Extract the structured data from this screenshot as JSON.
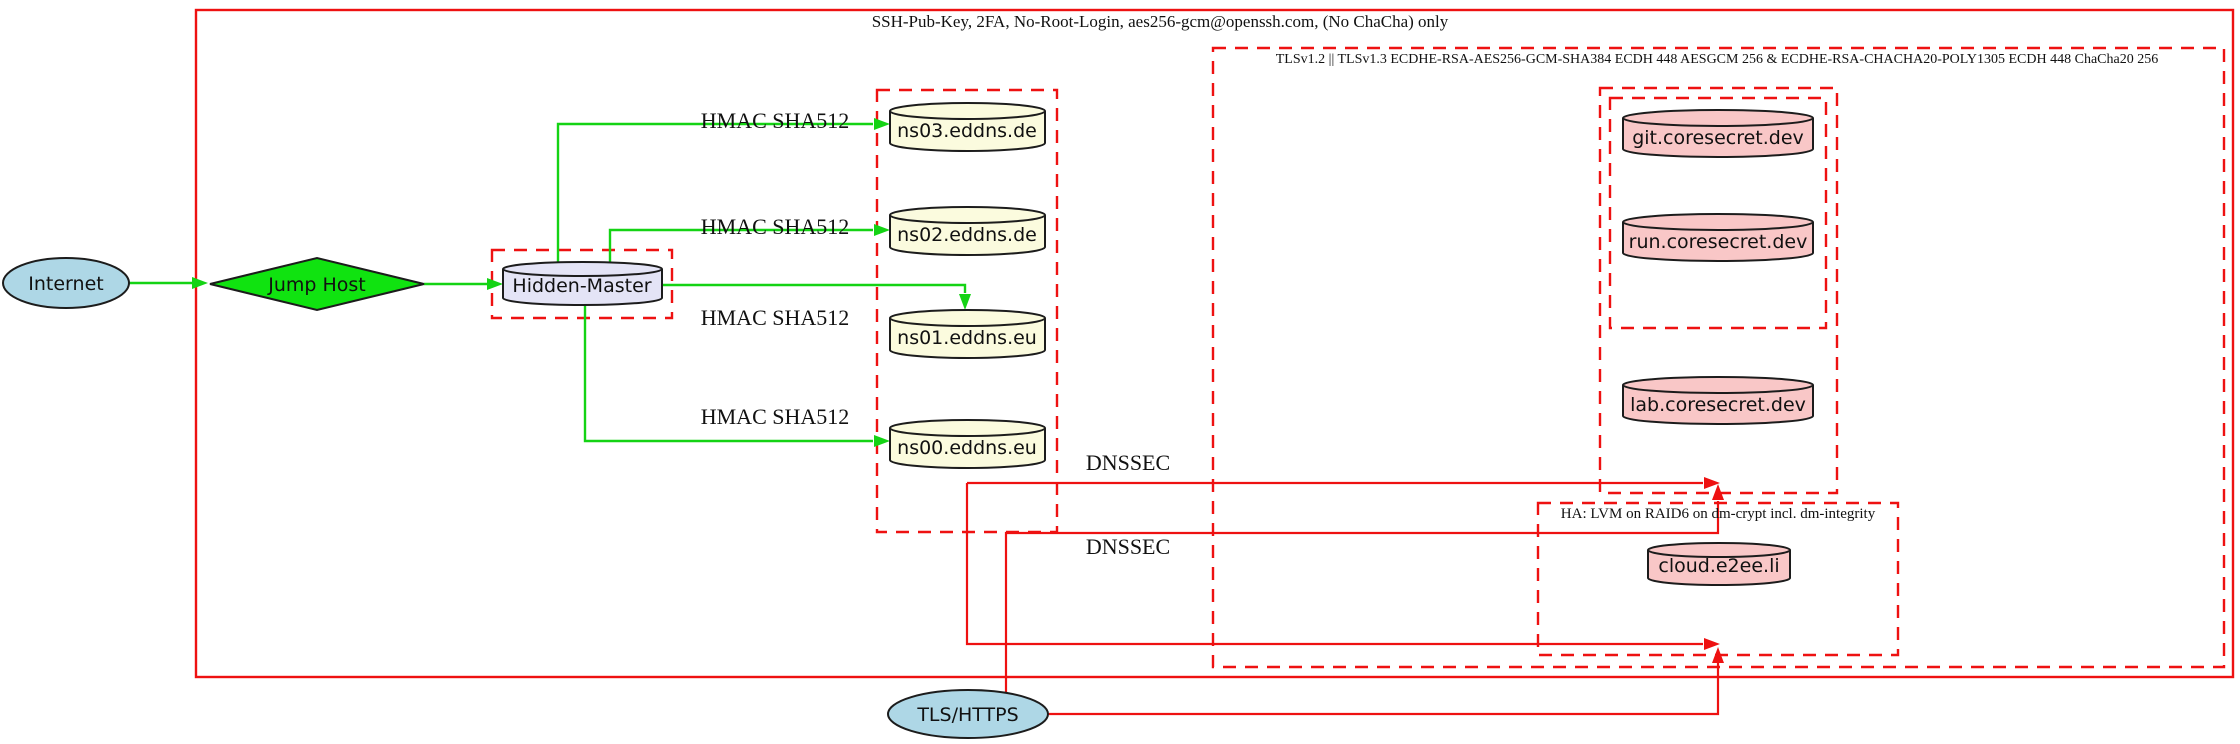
{
  "diagram": {
    "title": "DNS / hosting security topology diagram",
    "cluster_labels": {
      "ssh": "SSH-Pub-Key, 2FA, No-Root-Login, aes256-gcm@openssh.com, (No ChaCha) only",
      "tls": "TLSv1.2 || TLSv1.3 ECDHE-RSA-AES256-GCM-SHA384 ECDH 448 AESGCM 256 & ECDHE-RSA-CHACHA20-POLY1305 ECDH 448 ChaCha20 256",
      "ha": "HA: LVM on RAID6 on dm-crypt incl. dm-integrity"
    },
    "edge_labels": {
      "hmac_sha512": "HMAC SHA512",
      "dnssec": "DNSSEC"
    },
    "nodes": {
      "internet": "Internet",
      "jump_host": "Jump Host",
      "hidden_master": "Hidden-Master",
      "ns03": "ns03.eddns.de",
      "ns02": "ns02.eddns.de",
      "ns01": "ns01.eddns.eu",
      "ns00": "ns00.eddns.eu",
      "git": "git.coresecret.dev",
      "run": "run.coresecret.dev",
      "lab": "lab.coresecret.dev",
      "cloud": "cloud.e2ee.li",
      "tls_https": "TLS/HTTPS"
    },
    "colors": {
      "boundary_red": "#ee1111",
      "edge_green": "#14d314",
      "node_green": "#10e310",
      "node_lightblue": "#aed7e6",
      "node_lavender": "#e4e4f6",
      "node_lightyellow": "#fbfbde",
      "node_pink": "#f9c7c7",
      "outline_black": "#1c1c1c"
    }
  }
}
